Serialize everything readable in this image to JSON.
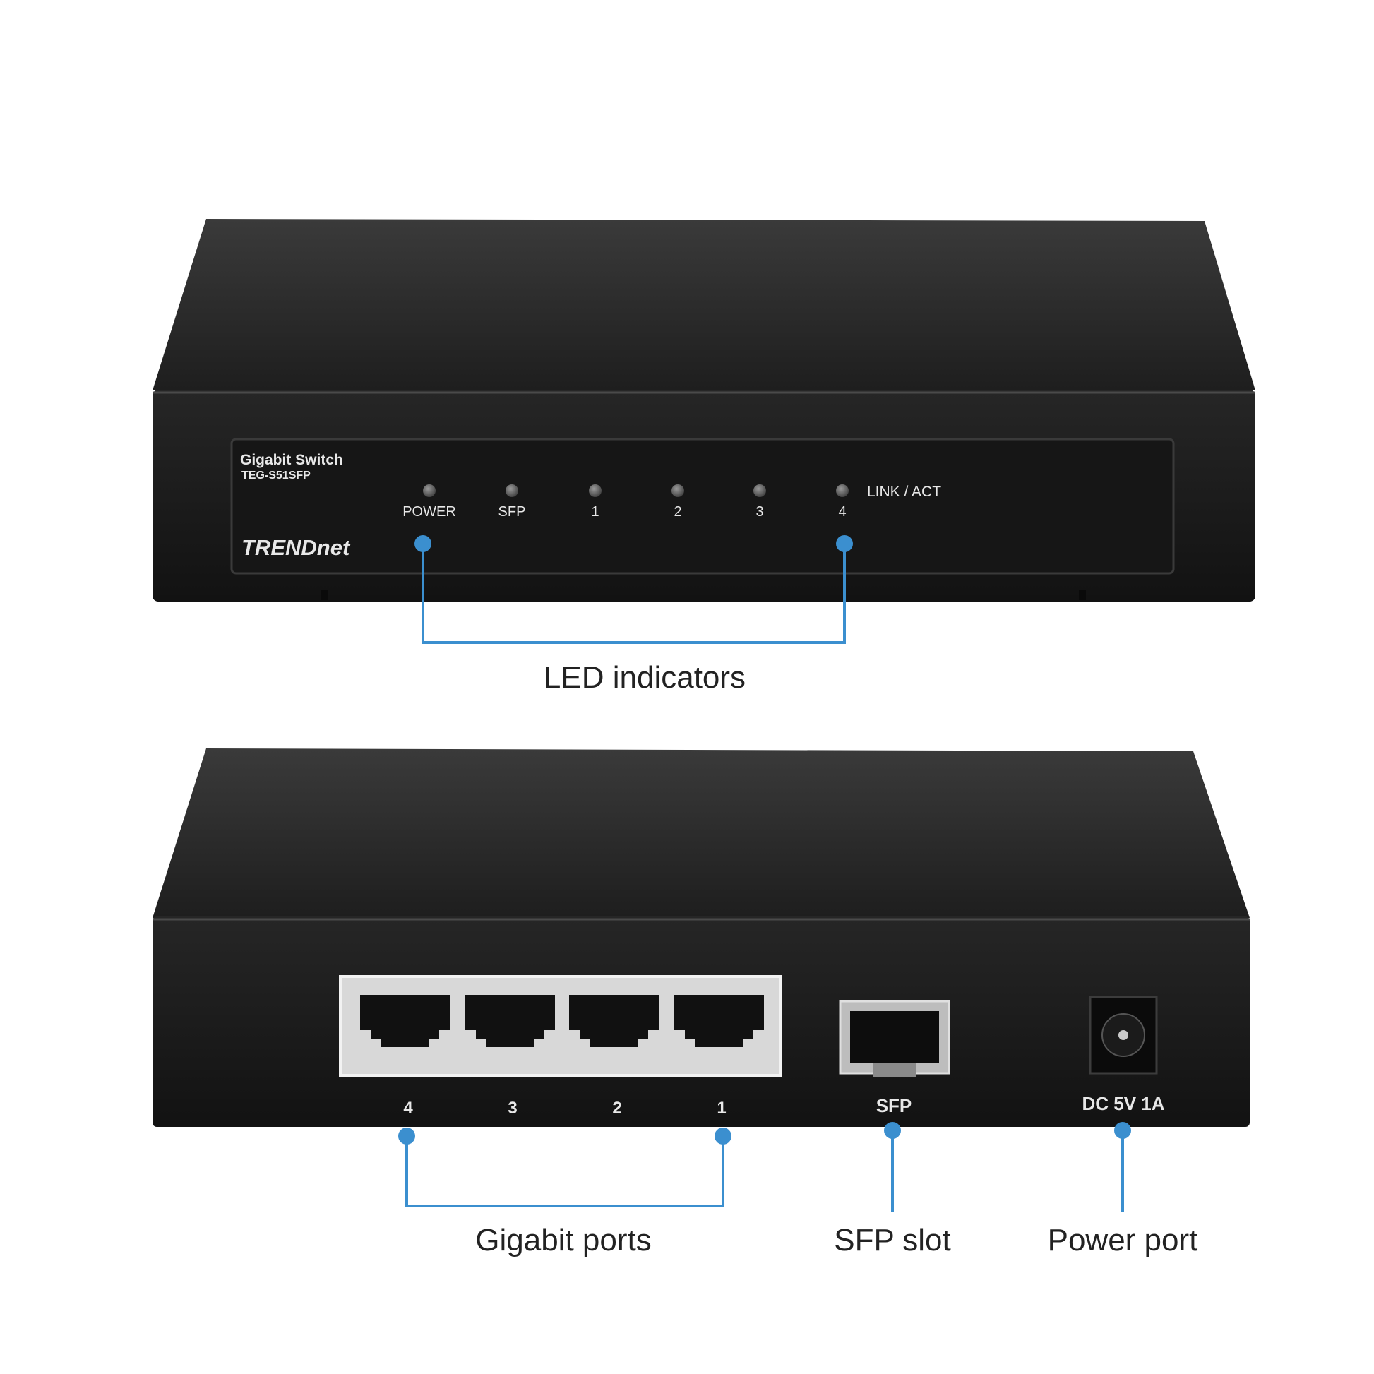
{
  "front": {
    "product_line": "Gigabit Switch",
    "model": "TEG-S51SFP",
    "brand": "TRENDnet",
    "led_labels": [
      "POWER",
      "SFP",
      "1",
      "2",
      "3",
      "4"
    ],
    "link_act_label": "LINK / ACT",
    "callout": "LED indicators"
  },
  "back": {
    "port_labels": [
      "4",
      "3",
      "2",
      "1"
    ],
    "sfp_label": "SFP",
    "power_label": "DC 5V 1A",
    "callouts": {
      "gigabit_ports": "Gigabit ports",
      "sfp_slot": "SFP slot",
      "power_port": "Power port"
    }
  },
  "colors": {
    "accent": "#3b8fcf",
    "chassis": "#1a1a1a"
  }
}
